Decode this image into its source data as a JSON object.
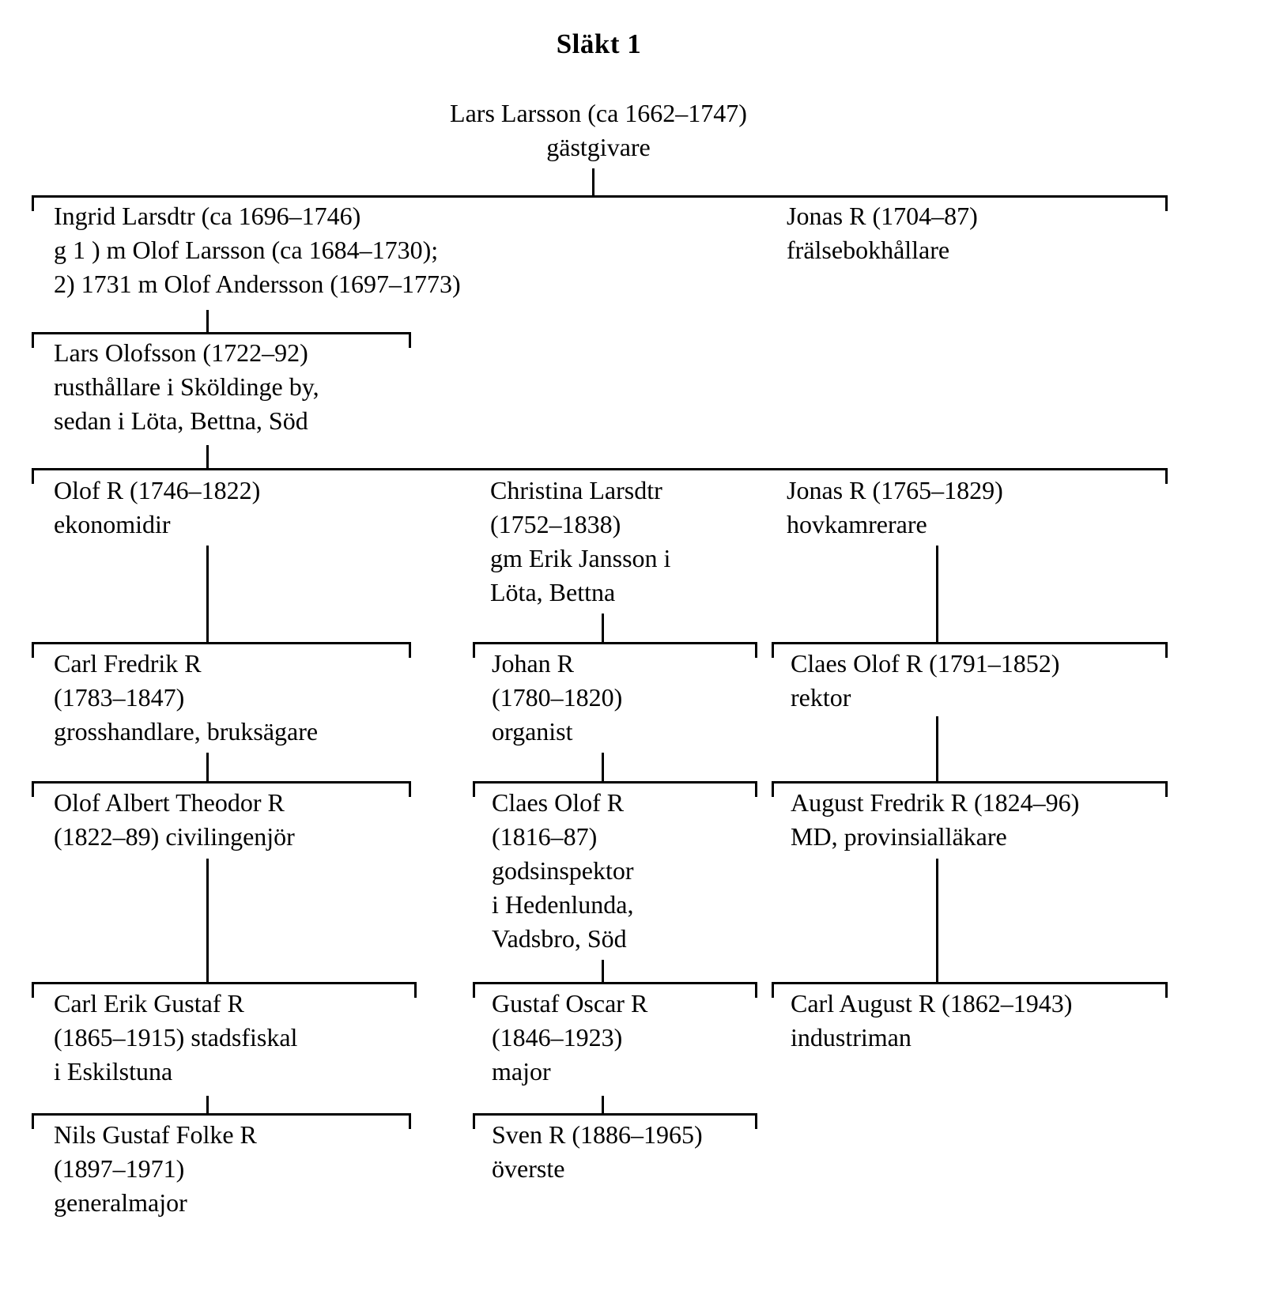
{
  "title": "Släkt 1",
  "tree": {
    "root": {
      "lines": [
        "Lars Larsson (ca 1662–1747)",
        "gästgivare"
      ]
    },
    "gen2": {
      "ingrid_larsdtr": {
        "lines": [
          "Ingrid Larsdtr (ca 1696–1746)",
          "g 1 ) m Olof Larsson (ca 1684–1730);",
          "2) 1731 m Olof Andersson (1697–1773)"
        ]
      },
      "jonas_r": {
        "lines": [
          "Jonas R (1704–87)",
          "frälsebokhållare"
        ]
      }
    },
    "gen3": {
      "lars_olofsson": {
        "lines": [
          "Lars Olofsson (1722–92)",
          "rusthållare i Sköldinge by,",
          "sedan i Löta, Bettna, Söd"
        ]
      }
    },
    "gen4": {
      "olof_r": {
        "lines": [
          "Olof R (1746–1822)",
          "ekonomidir"
        ]
      },
      "christina_larsdtr": {
        "lines": [
          "Christina Larsdtr",
          "(1752–1838)",
          "gm Erik Jansson i",
          "Löta, Bettna"
        ]
      },
      "jonas_r": {
        "lines": [
          "Jonas R (1765–1829)",
          "hovkamrerare"
        ]
      }
    },
    "gen5": {
      "carl_fredrik_r": {
        "lines": [
          "Carl Fredrik R",
          "(1783–1847)",
          "grosshandlare, bruksägare"
        ]
      },
      "johan_r": {
        "lines": [
          "Johan R",
          "(1780–1820)",
          "organist"
        ]
      },
      "claes_olof_r": {
        "lines": [
          "Claes Olof R (1791–1852)",
          "rektor"
        ]
      }
    },
    "gen6": {
      "olof_albert_theodor_r": {
        "lines": [
          "Olof Albert Theodor R",
          "(1822–89) civilingenjör"
        ]
      },
      "claes_olof_r": {
        "lines": [
          "Claes Olof R",
          "(1816–87)",
          "godsinspektor",
          "i Hedenlunda,",
          "Vadsbro, Söd"
        ]
      },
      "august_fredrik_r": {
        "lines": [
          "August Fredrik R (1824–96)",
          "MD, provinsialläkare"
        ]
      }
    },
    "gen7": {
      "carl_erik_gustaf_r": {
        "lines": [
          "Carl Erik Gustaf R",
          "(1865–1915) stadsfiskal",
          "i Eskilstuna"
        ]
      },
      "gustaf_oscar_r": {
        "lines": [
          "Gustaf Oscar R",
          "(1846–1923)",
          "major"
        ]
      },
      "carl_august_r": {
        "lines": [
          "Carl August R (1862–1943)",
          "industriman"
        ]
      }
    },
    "gen8": {
      "nils_gustaf_folke_r": {
        "lines": [
          "Nils Gustaf Folke R",
          "(1897–1971)",
          "generalmajor"
        ]
      },
      "sven_r": {
        "lines": [
          "Sven R (1886–1965)",
          "överste"
        ]
      }
    }
  }
}
